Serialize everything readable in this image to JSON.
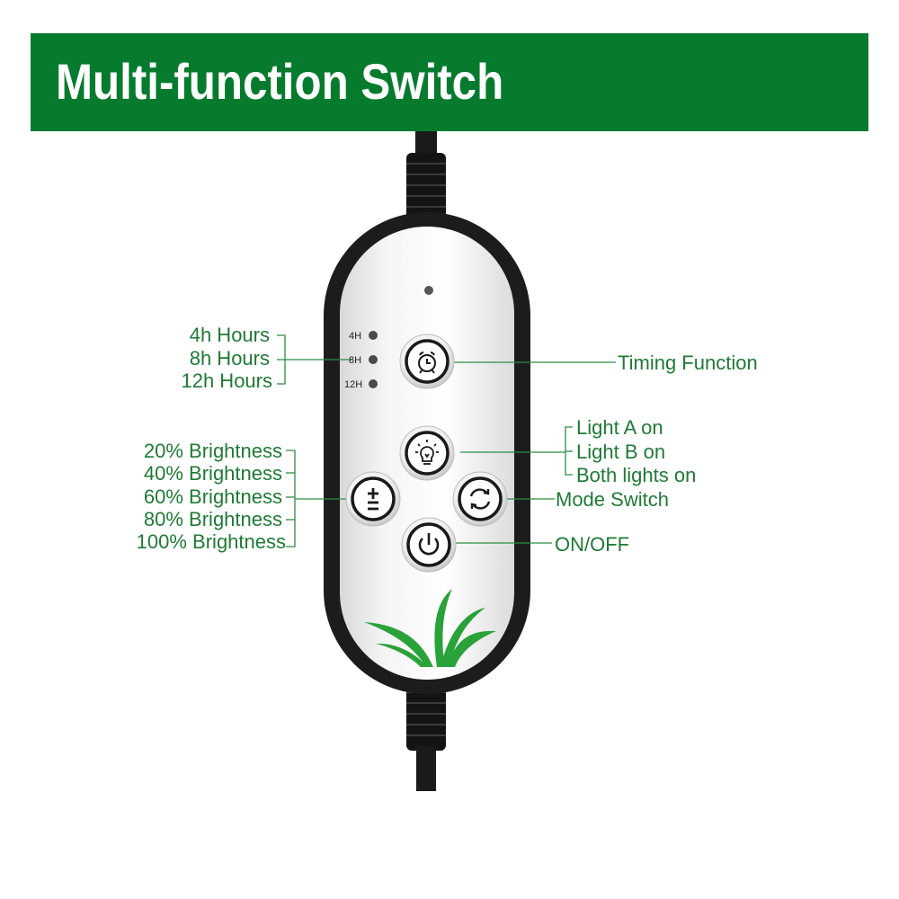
{
  "banner": {
    "title": "Multi-function Switch"
  },
  "colors": {
    "brand_green": "#067b2e",
    "label_green": "#1f7a35",
    "line_green": "#2e8b45"
  },
  "timer_leds": [
    {
      "tag": "4H",
      "label": "4h Hours"
    },
    {
      "tag": "8H",
      "label": "8h Hours"
    },
    {
      "tag": "12H",
      "label": "12h Hours"
    }
  ],
  "brightness_levels": [
    "20% Brightness",
    "40% Brightness",
    "60% Brightness",
    "80% Brightness",
    "100% Brightness"
  ],
  "light_modes": [
    "Light A on",
    "Light B on",
    "Both lights on"
  ],
  "callouts": {
    "timing": "Timing Function",
    "mode_switch": "Mode Switch",
    "power": "ON/OFF"
  },
  "buttons": {
    "timer": {
      "icon": "alarm-clock-icon"
    },
    "light": {
      "icon": "light-bulb-icon"
    },
    "brightness": {
      "icon": "plus-minus-icon"
    },
    "mode": {
      "icon": "cycle-arrows-icon"
    },
    "power": {
      "icon": "power-icon"
    }
  },
  "plant_icon": "leaf-sprout-icon"
}
